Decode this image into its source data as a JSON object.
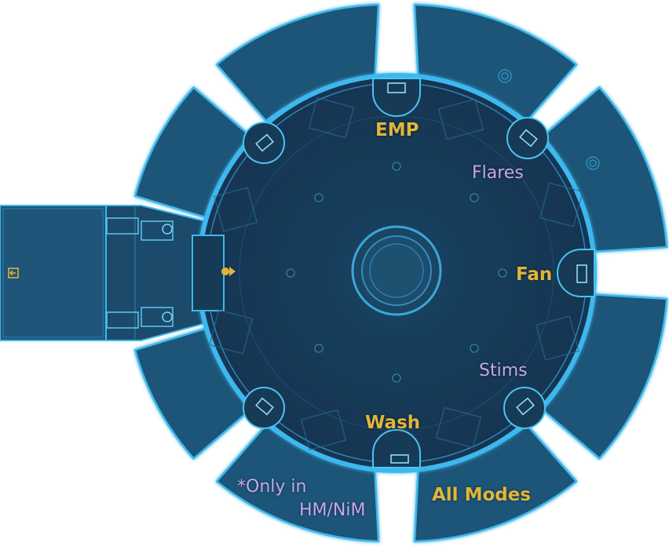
{
  "colors": {
    "background": "#ffffff",
    "floor": "#173a56",
    "outer_segment": "#1f5578",
    "ring_glow": "#3db8ee",
    "mechanic_label": "#e2b53a",
    "note_label": "#c8a6ec"
  },
  "mechanics": {
    "emp": "EMP",
    "flares": "Flares",
    "fan": "Fan",
    "stims": "Stims",
    "wash": "Wash"
  },
  "notes": {
    "only_in_line1": "*Only in",
    "only_in_line2": "HM/NiM",
    "all_modes": "All Modes"
  },
  "icons": {
    "entrance_marker": "exit-arrow-icon",
    "player_marker": "player-position-icon"
  }
}
